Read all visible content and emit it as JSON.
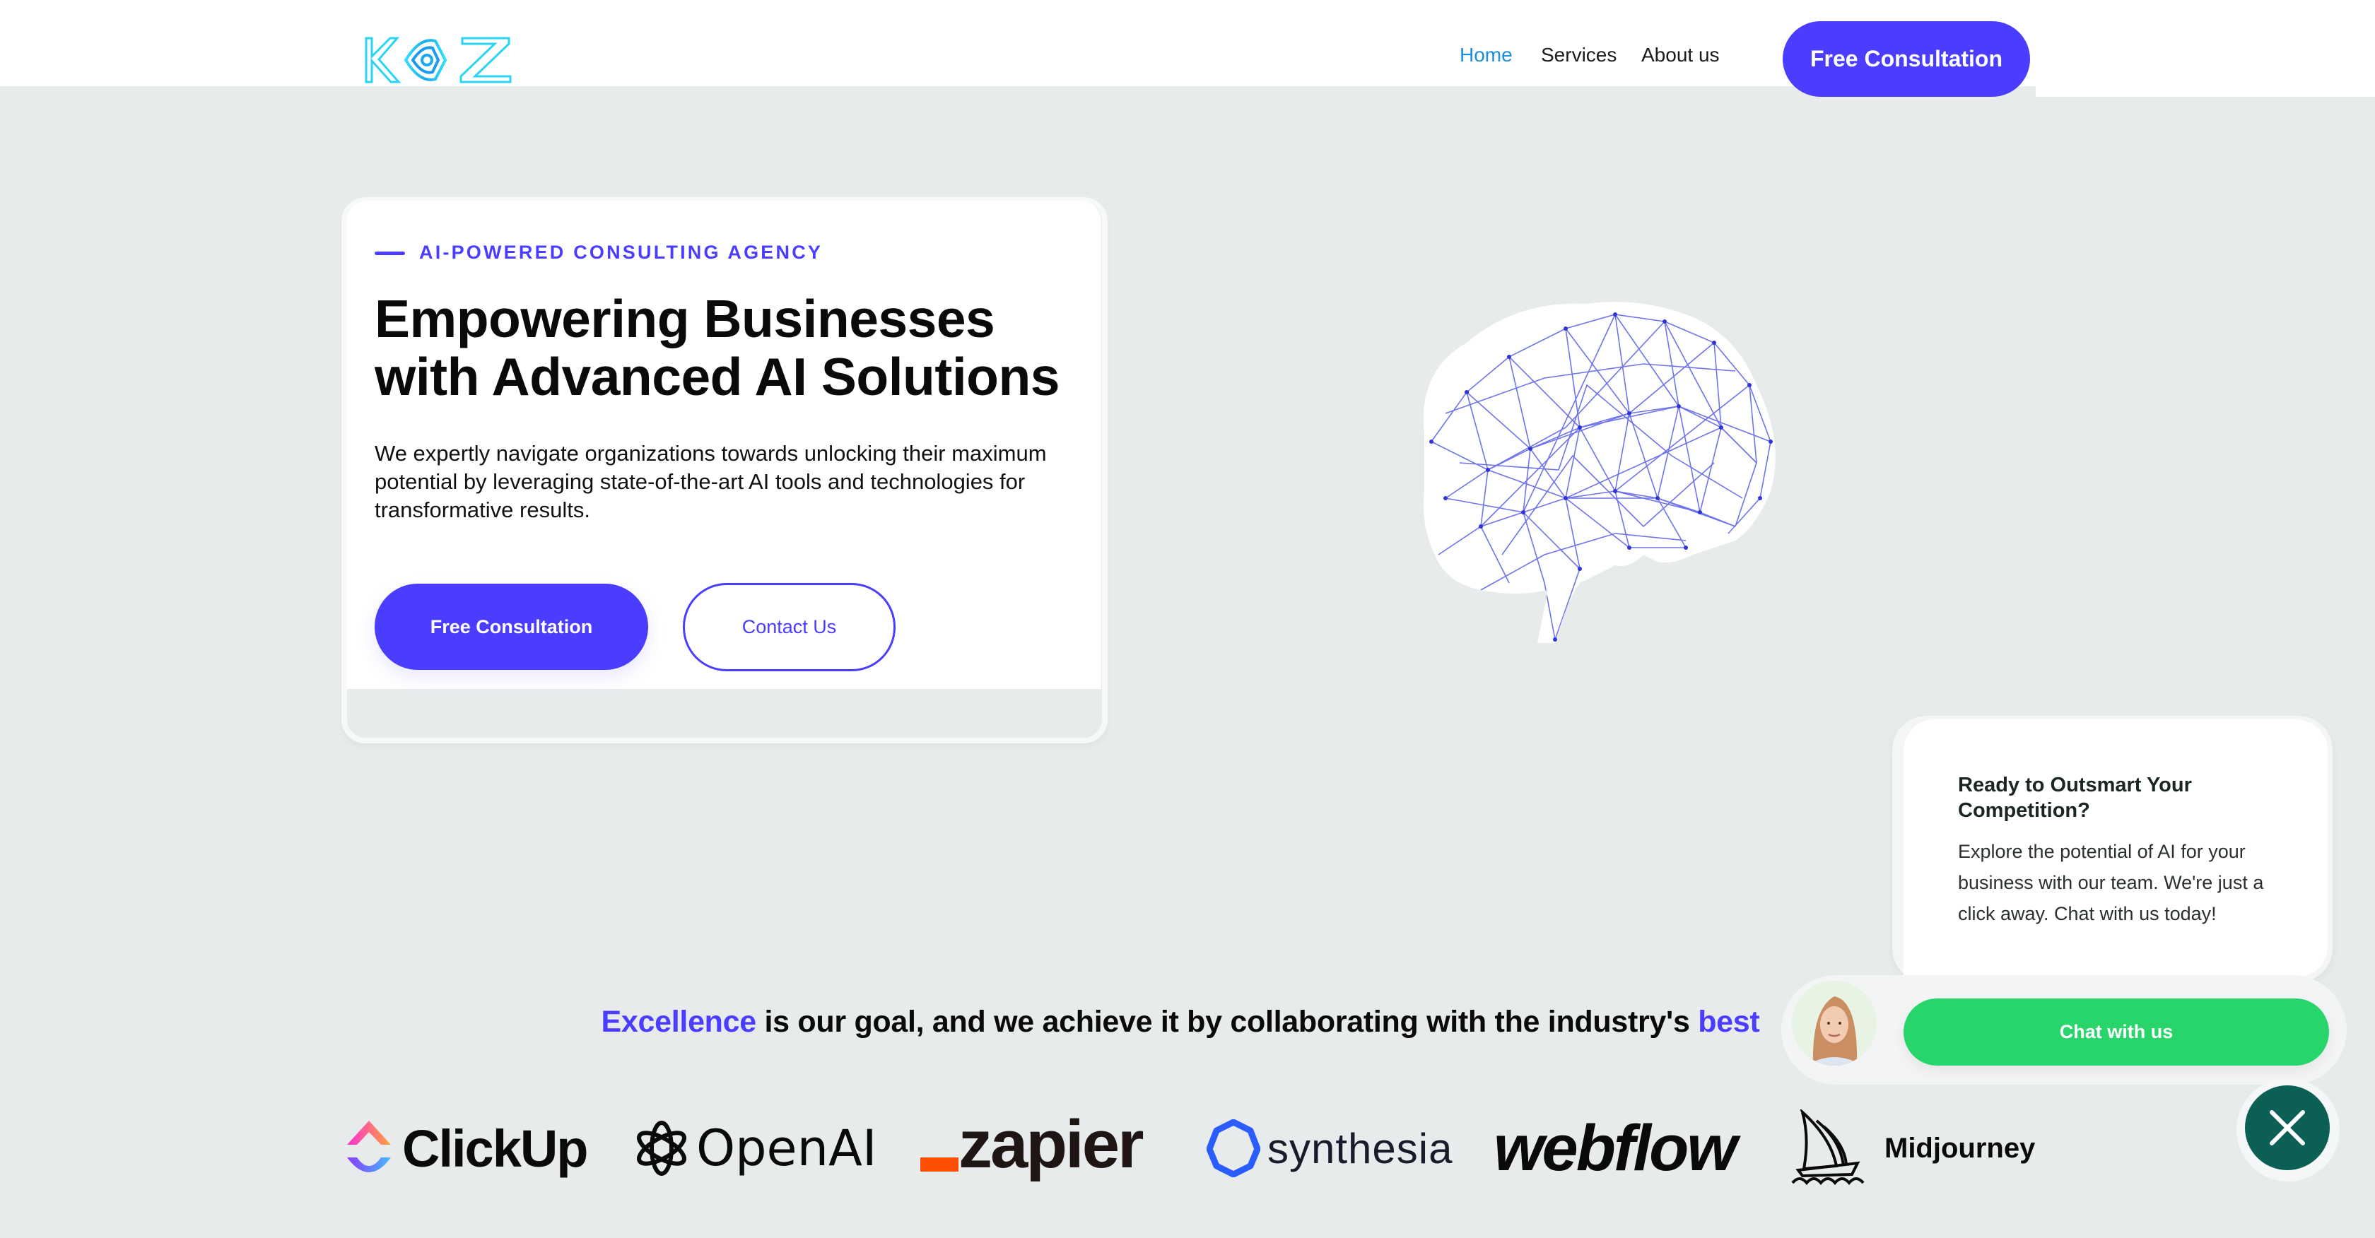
{
  "header": {
    "logo_text": "KOZ",
    "nav": [
      {
        "label": "Home",
        "active": true
      },
      {
        "label": "Services",
        "active": false
      },
      {
        "label": "About us",
        "active": false
      }
    ],
    "cta_label": "Free Consultation"
  },
  "hero": {
    "eyebrow": "AI-POWERED CONSULTING AGENCY",
    "title_line1": "Empowering Businesses",
    "title_line2": "with Advanced AI Solutions",
    "description": "We expertly navigate organizations towards unlocking their maximum potential by leveraging state-of-the-art AI tools and technologies for transformative results.",
    "primary_button": "Free Consultation",
    "secondary_button": "Contact Us",
    "image": "brain-network-illustration"
  },
  "partners": {
    "tagline_highlight_start": "Excellence",
    "tagline_middle": " is our goal, and we achieve it by collaborating with the industry's ",
    "tagline_highlight_end": "best",
    "logos": [
      {
        "name": "ClickUp",
        "icon": "clickup-icon"
      },
      {
        "name": "OpenAI",
        "icon": "openai-icon"
      },
      {
        "name": "zapier",
        "icon": "zapier-icon"
      },
      {
        "name": "synthesia",
        "icon": "synthesia-icon"
      },
      {
        "name": "webflow",
        "icon": "webflow-icon"
      },
      {
        "name": "Midjourney",
        "icon": "sailboat-icon"
      }
    ]
  },
  "chat_widget": {
    "title": "Ready to Outsmart Your Competition?",
    "text": "Explore the potential of AI for your business with our team. We're just a click away. Chat with us today!",
    "button_label": "Chat with us",
    "close_icon": "close-icon"
  },
  "colors": {
    "accent": "#4a3dff",
    "nav_active": "#1c8ee0",
    "background": "#e8ebec",
    "chat_green": "#28d56b",
    "close_teal": "#0b5f55",
    "logo_cyan": "#2ad4f5"
  }
}
